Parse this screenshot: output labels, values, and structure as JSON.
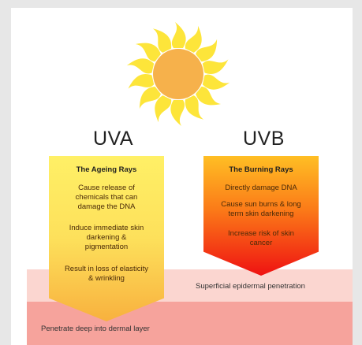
{
  "uva": {
    "title": "UVA",
    "heading": "The Ageing Rays",
    "items": [
      "Cause release of\nchemicals that can\ndamage the DNA",
      "Induce immediate skin\ndarkening &\npigmentation",
      "Result in loss of elasticity\n& wrinkling"
    ]
  },
  "uvb": {
    "title": "UVB",
    "heading": "The Burning Rays",
    "items": [
      "Directly damage DNA",
      "Cause sun burns & long\nterm skin darkening",
      "Increase risk of skin\ncancer"
    ]
  },
  "layers": {
    "epidermal": "Superficial epidermal penetration",
    "dermal": "Penetrate deep into dermal layer"
  },
  "colors": {
    "sun_core": "#f6b14b",
    "sun_rays": "#fde53a",
    "uva_top": "#fff066",
    "uva_bottom": "#f8b13e",
    "uvb_top": "#ffbf24",
    "uvb_bottom": "#ef1212",
    "epidermal_layer": "#fbd6d0",
    "dermal_layer": "#f6a39c"
  }
}
